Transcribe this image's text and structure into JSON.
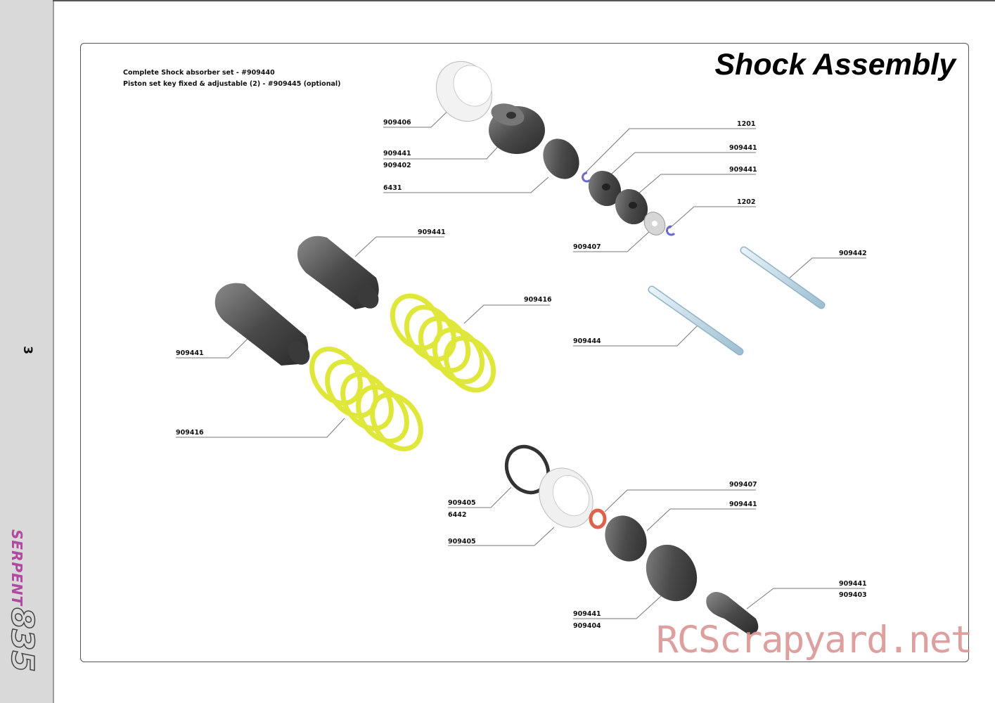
{
  "page": {
    "number": "3",
    "brand": {
      "name": "SERPENT",
      "model": "835"
    },
    "title": "Shock Assembly",
    "info": [
      "Complete Shock absorber set - #909440",
      "Piston set key fixed & adjustable (2) - #909445 (optional)"
    ]
  },
  "labels": {
    "l1": "909406",
    "l2": "909441",
    "l3": "909402",
    "l4": "6431",
    "l5": "1201",
    "l6": "909441",
    "l7": "909441",
    "l8": "1202",
    "l9": "909407",
    "l10": "909442",
    "l11": "909441",
    "l12": "909416",
    "l13": "909441",
    "l14": "909444",
    "l15": "909416",
    "l16": "909405",
    "l17": "6442",
    "l18": "909405",
    "l19": "909407",
    "l20": "909441",
    "l21": "909441",
    "l22": "909403",
    "l23": "909441",
    "l24": "909404"
  },
  "watermark": "RCScrapyard.net",
  "colors": {
    "spring": "#dfe83a",
    "part_dark": "#505050",
    "shaft": "#c8dde8",
    "clip": "#6a6ad0",
    "oring_red": "#e0604a",
    "brand": "#b04aa0"
  }
}
